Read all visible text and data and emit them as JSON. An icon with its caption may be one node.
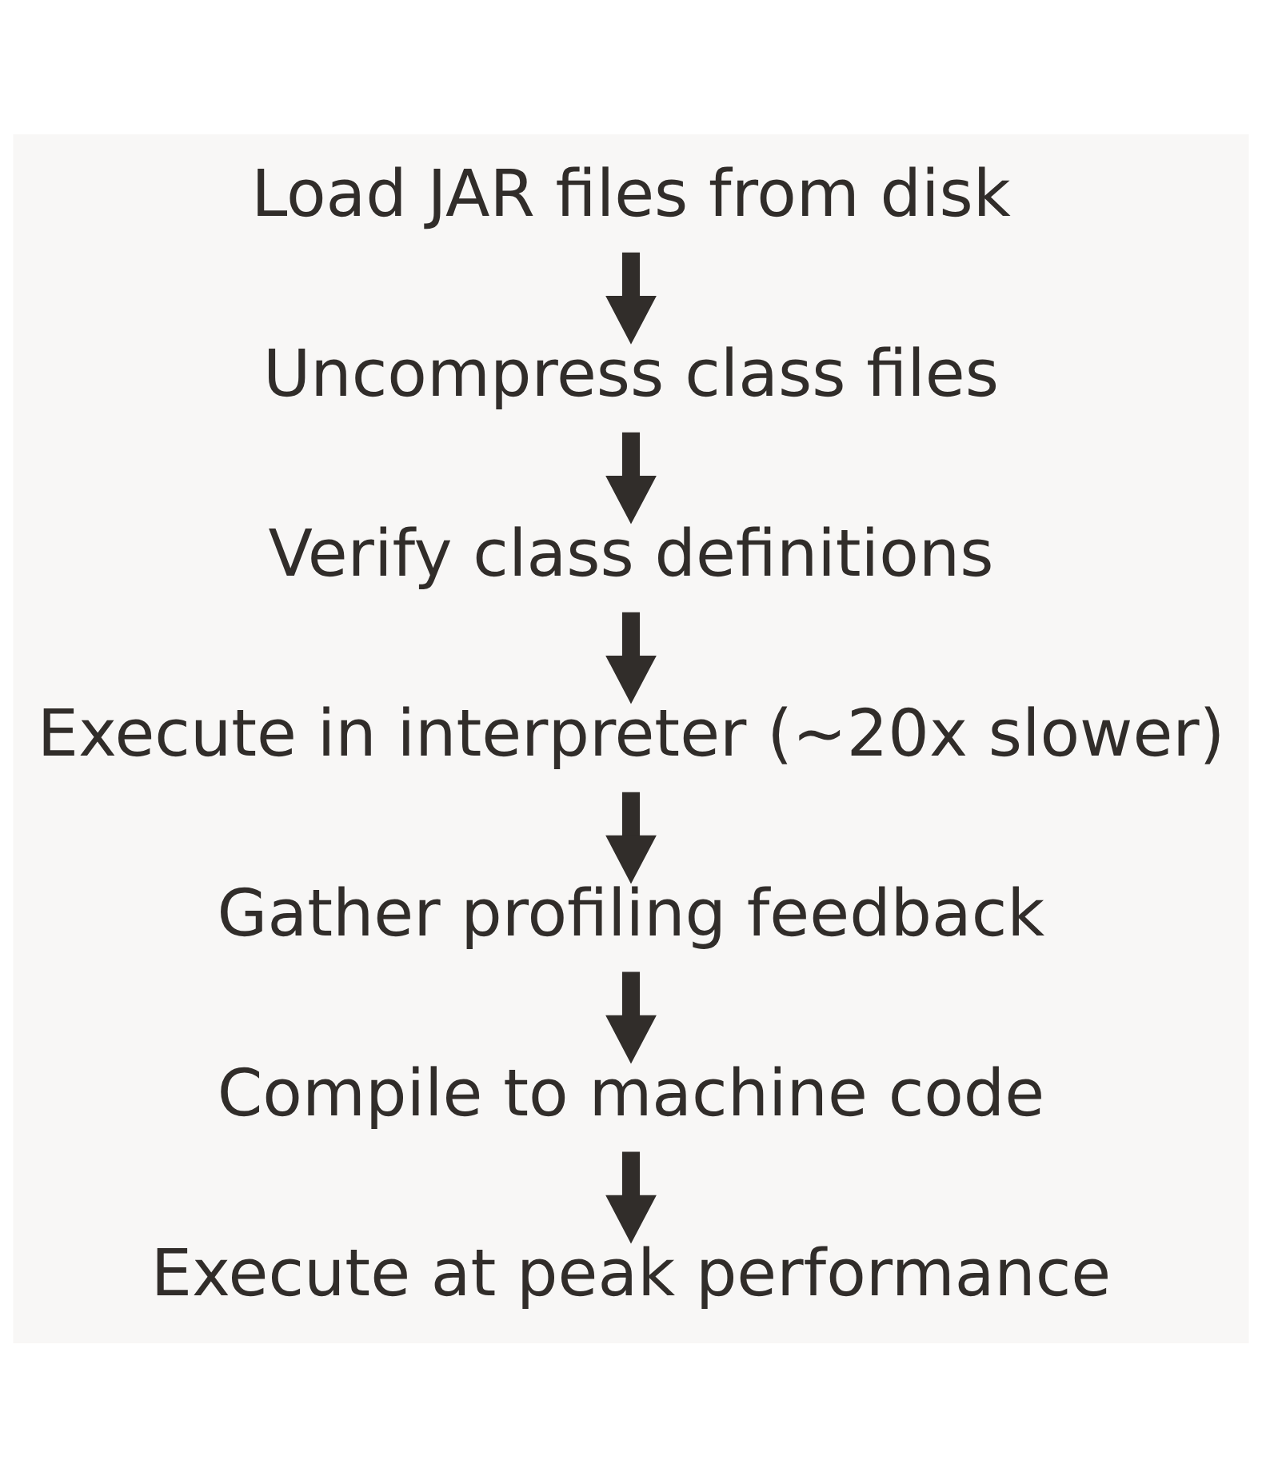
{
  "diagram": {
    "nodes": [
      {
        "text": [
          "Load JAR files from disk"
        ]
      },
      {
        "text": [
          "Uncompress class files"
        ]
      },
      {
        "text": [
          "Verify class definitions"
        ]
      },
      {
        "text": [
          "Execute in interpreter (~20x slower)"
        ]
      },
      {
        "text": [
          "Gather profiling feedback"
        ]
      },
      {
        "text": [
          "Compile to machine code"
        ]
      },
      {
        "text": [
          "Execute at peak performance"
        ]
      }
    ],
    "edges": [
      {
        "from": 0,
        "to": 1,
        "arrow": "to"
      },
      {
        "from": 1,
        "to": 2,
        "arrow": "to"
      },
      {
        "from": 2,
        "to": 3,
        "arrow": "to"
      },
      {
        "from": 3,
        "to": 4,
        "arrow": "to"
      },
      {
        "from": 4,
        "to": 5,
        "arrow": "to"
      },
      {
        "from": 5,
        "to": 6,
        "arrow": "to"
      }
    ]
  }
}
